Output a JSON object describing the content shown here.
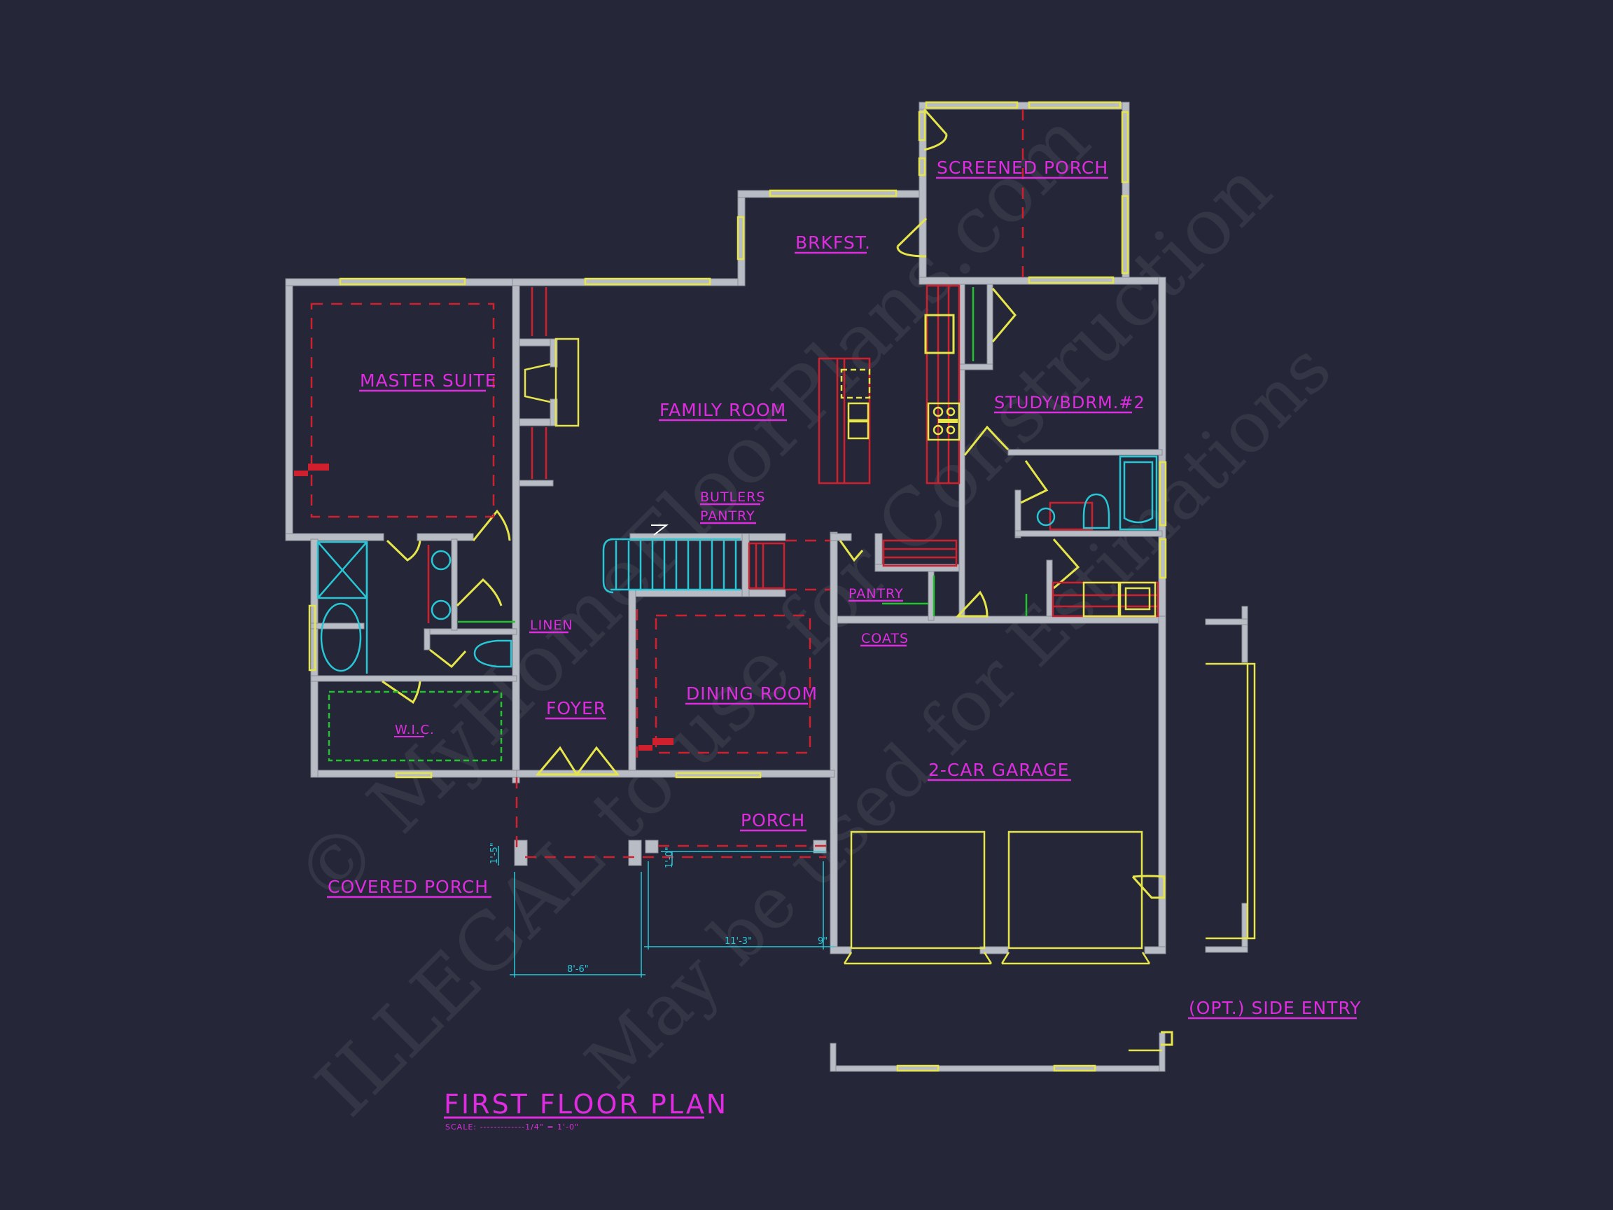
{
  "drawing": {
    "title": "FIRST FLOOR PLAN",
    "scale": "SCALE: -------------1/4\" = 1'-0\"",
    "background_color": "#252739",
    "colors": {
      "labels": "#e02ce0",
      "walls": "#b8bcc4",
      "windows_doors": "#e6e64a",
      "dashed_ceiling": "#d0202e",
      "fixtures": "#27c7d6",
      "shelving": "#22c42e",
      "dimensions": "#27c7d6"
    }
  },
  "rooms": {
    "screened_porch": "SCREENED PORCH",
    "brkfst": "BRKFST.",
    "master_suite": "MASTER SUITE",
    "family_room": "FAMILY ROOM",
    "study_bdrm2": "STUDY/BDRM.#2",
    "butlers_pantry_1": "BUTLERS",
    "butlers_pantry_2": "PANTRY",
    "pantry": "PANTRY",
    "linen": "LINEN",
    "coats": "COATS",
    "foyer": "FOYER",
    "dining_room": "DINING ROOM",
    "wic": "W.I.C.",
    "two_car_garage": "2-CAR GARAGE",
    "porch": "PORCH",
    "covered_porch": "COVERED PORCH",
    "opt_side_entry": "(OPT.) SIDE ENTRY"
  },
  "dimensions": {
    "d1": "1'-5\"",
    "d2": "1'-0\"",
    "d3": "8'-6\"",
    "d4": "11'-3\"",
    "d5": "9\""
  },
  "watermark": {
    "line1": "© MyHomeFloorPlans.com",
    "line2": "ILLEGAL to use for Construction",
    "line3": "May be used for Estimations"
  }
}
